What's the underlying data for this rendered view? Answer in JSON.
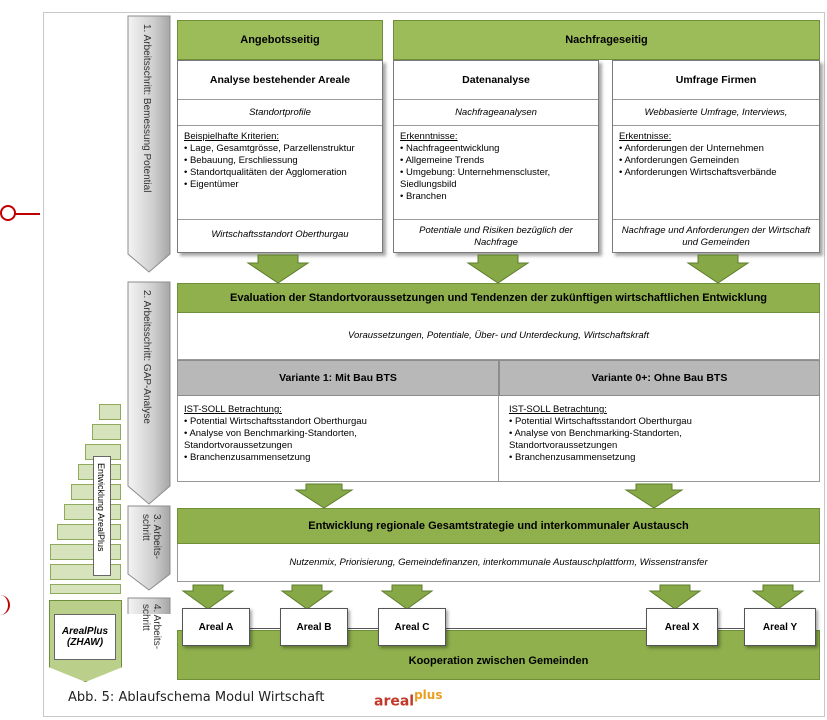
{
  "steps": {
    "step1": "1. Arbeitsschritt: Bemessung Potential",
    "step2": "2. Arbeitsschritt: GAP-Analyse",
    "step3": "3. Arbeits-schritt",
    "step4": "4. Arbeits-schritt"
  },
  "top": {
    "angebot_label": "Angebotsseitig",
    "nachfrage_label": "Nachfrageseitig"
  },
  "panels": [
    {
      "title": "Analyse bestehender Areale",
      "subtitle": "Standortprofile",
      "heading": "Beispielhafte Kriterien:",
      "items": [
        "• Lage, Gesamtgrösse, Parzellenstruktur",
        "• Bebauung, Erschliessung",
        "• Standortqualitäten der Agglomeration",
        "• Eigentümer"
      ],
      "footer": "Wirtschaftsstandort Oberthurgau"
    },
    {
      "title": "Datenanalyse",
      "subtitle": "Nachfrageanalysen",
      "heading": "Erkenntnisse:",
      "items": [
        "• Nachfrageentwicklung",
        "• Allgemeine Trends",
        "• Umgebung: Unternehmenscluster, Siedlungsbild",
        "• Branchen"
      ],
      "footer": "Potentiale und Risiken bezüglich der Nachfrage"
    },
    {
      "title": "Umfrage Firmen",
      "subtitle": "Webbasierte Umfrage, Interviews,",
      "heading": "Erkentnisse:",
      "items": [
        "• Anforderungen der Unternehmen",
        "• Anforderungen Gemeinden",
        "• Anforderungen Wirtschaftsverbände"
      ],
      "footer": "Nachfrage und Anforderungen der Wirtschaft und Gemeinden"
    }
  ],
  "evaluation": {
    "title": "Evaluation der Standortvoraussetzungen und Tendenzen der zukünftigen wirtschaftlichen Entwicklung",
    "subtitle": "Voraussetzungen, Potentiale, Über- und Unterdeckung, Wirtschaftskraft"
  },
  "variants": [
    {
      "title": "Variante 1: Mit Bau BTS",
      "heading": "IST-SOLL Betrachtung:",
      "items": [
        "• Potential Wirtschaftsstandort Oberthurgau",
        "• Analyse von Benchmarking-Standorten, Standortvoraussetzungen",
        "• Branchenzusammensetzung"
      ]
    },
    {
      "title": "Variante 0+: Ohne Bau BTS",
      "heading": "IST-SOLL Betrachtung:",
      "items": [
        "• Potential Wirtschaftsstandort Oberthurgau",
        "• Analyse von Benchmarking-Standorten, Standortvoraussetzungen",
        "• Branchenzusammensetzung"
      ]
    }
  ],
  "strategy": {
    "title": "Entwicklung regionale Gesamtstrategie und interkommunaler Austausch",
    "subtitle": "Nutzenmix, Priorisierung, Gemeindefinanzen, interkommunale Austauschplattform, Wissenstransfer"
  },
  "areals": [
    "Areal A",
    "Areal B",
    "Areal C",
    "Areal X",
    "Areal Y"
  ],
  "kooperation": "Kooperation zwischen Gemeinden",
  "side": {
    "entwicklung": "Entwicklung ArealPlus",
    "arealplus_box": "ArealPlus (ZHAW)"
  },
  "caption": "Abb. 5: Ablaufschema Modul Wirtschaft",
  "logo": {
    "main": "areal",
    "sup": "plus"
  },
  "colors": {
    "green": "#9cbb59",
    "green_dark": "#6f8f3a",
    "grey": "#b8b8b8",
    "logo_red": "#c0392b",
    "logo_orange": "#e8a020"
  }
}
